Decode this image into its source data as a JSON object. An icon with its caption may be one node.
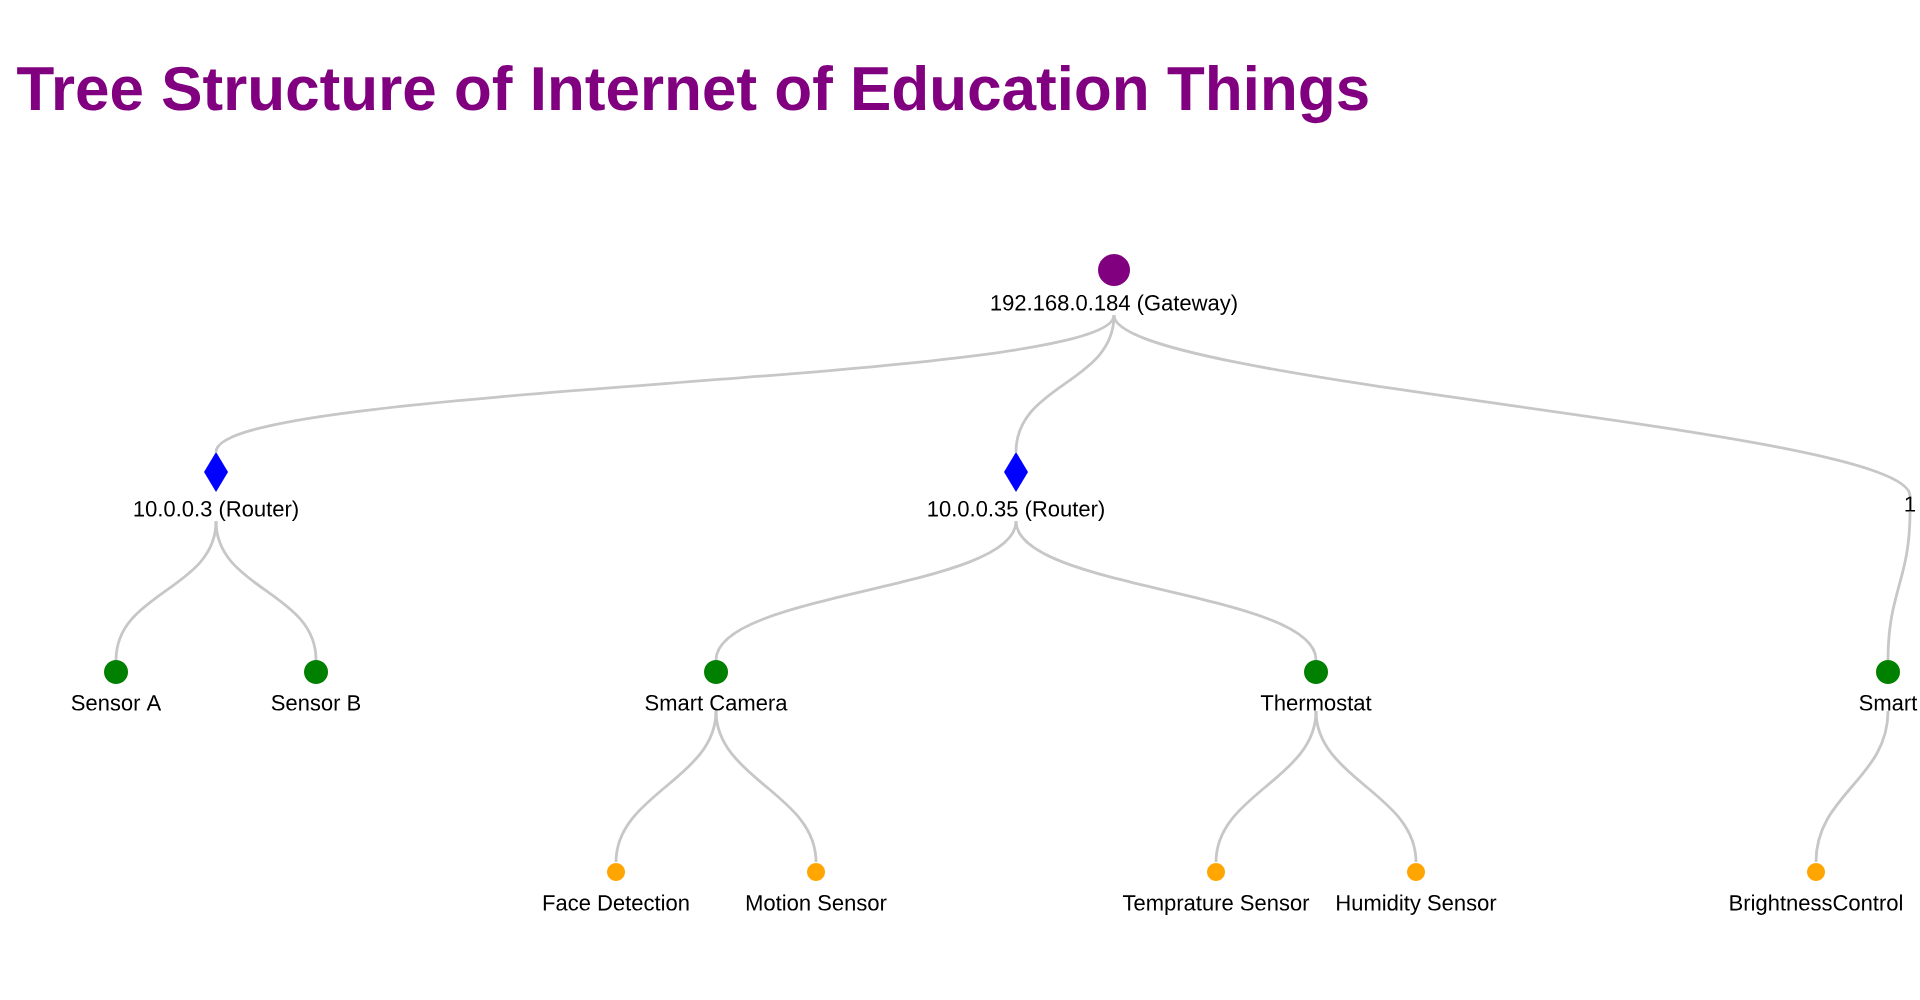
{
  "diagram": {
    "title": "Tree Structure of Internet of Education Things",
    "nodes": [
      {
        "text": [
          "192.168.0.184 (Gateway)"
        ]
      },
      {
        "text": [
          "10.0.0.3 (Router)"
        ]
      },
      {
        "text": [
          "10.0.0.35 (Router)"
        ]
      },
      {
        "text": [
          "1"
        ]
      },
      {
        "text": [
          "Sensor A"
        ]
      },
      {
        "text": [
          "Sensor B"
        ]
      },
      {
        "text": [
          "Smart Camera"
        ]
      },
      {
        "text": [
          "Thermostat"
        ]
      },
      {
        "text": [
          "Smart"
        ]
      },
      {
        "text": [
          "Face Detection"
        ]
      },
      {
        "text": [
          "Motion Sensor"
        ]
      },
      {
        "text": [
          "Temprature Sensor"
        ]
      },
      {
        "text": [
          "Humidity Sensor"
        ]
      },
      {
        "text": [
          "BrightnessControl"
        ]
      }
    ],
    "edges": [
      {
        "from": 0,
        "to": 1,
        "arrow": "none"
      },
      {
        "from": 0,
        "to": 2,
        "arrow": "none"
      },
      {
        "from": 0,
        "to": 3,
        "arrow": "none"
      },
      {
        "from": 1,
        "to": 4,
        "arrow": "none"
      },
      {
        "from": 1,
        "to": 5,
        "arrow": "none"
      },
      {
        "from": 2,
        "to": 6,
        "arrow": "none"
      },
      {
        "from": 2,
        "to": 7,
        "arrow": "none"
      },
      {
        "from": 3,
        "to": 8,
        "arrow": "none"
      },
      {
        "from": 6,
        "to": 9,
        "arrow": "none"
      },
      {
        "from": 6,
        "to": 10,
        "arrow": "none"
      },
      {
        "from": 7,
        "to": 11,
        "arrow": "none"
      },
      {
        "from": 7,
        "to": 12,
        "arrow": "none"
      },
      {
        "from": 8,
        "to": 13,
        "arrow": "none"
      }
    ]
  }
}
